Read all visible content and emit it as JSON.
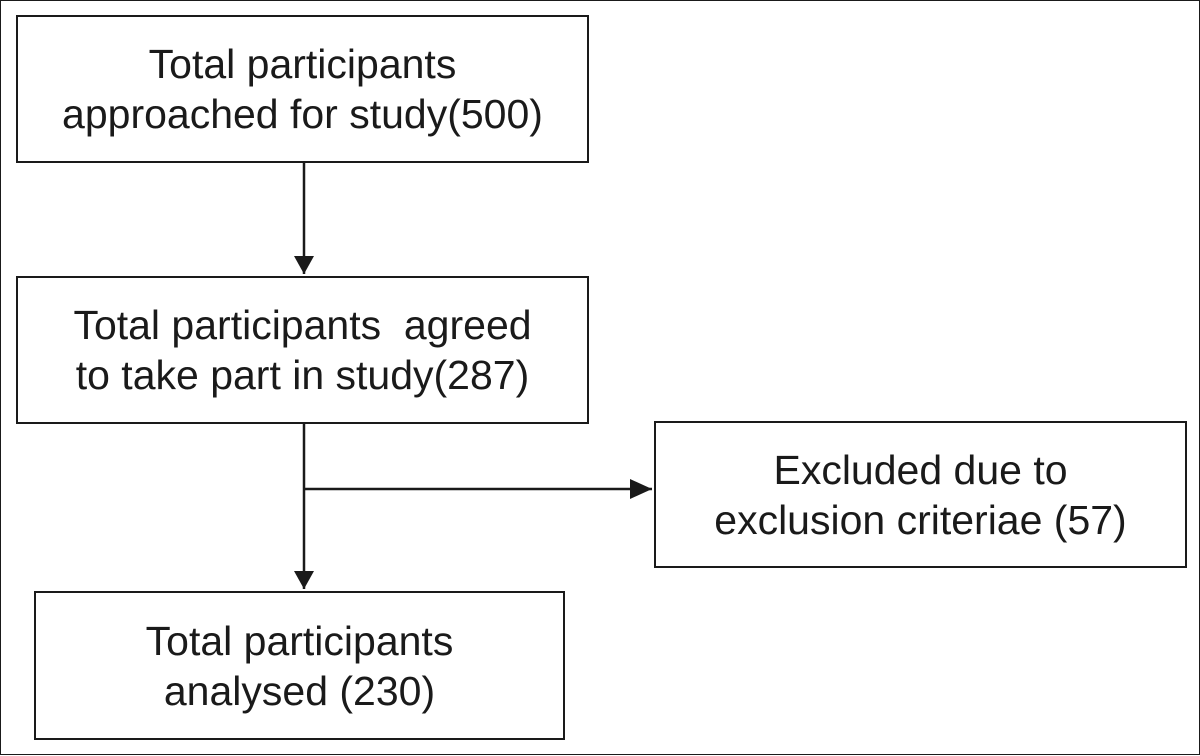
{
  "flowchart": {
    "nodes": [
      {
        "id": "approached",
        "lines": [
          "Total participants",
          "approached for study(500)"
        ]
      },
      {
        "id": "agreed",
        "lines": [
          "Total participants  agreed",
          "to take part in study(287)"
        ]
      },
      {
        "id": "excluded",
        "lines": [
          "Excluded due to",
          "exclusion criteriae (57)"
        ]
      },
      {
        "id": "analysed",
        "lines": [
          "Total participants",
          "analysed (230)"
        ]
      }
    ],
    "edges": [
      {
        "from": "approached",
        "to": "agreed"
      },
      {
        "from": "agreed",
        "to": "analysed"
      },
      {
        "from": "agreed",
        "to": "excluded"
      }
    ],
    "colors": {
      "line": "#1a1a1a",
      "background": "#ffffff"
    }
  }
}
